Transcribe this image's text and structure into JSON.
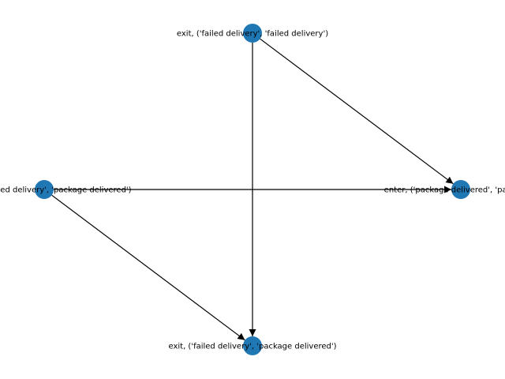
{
  "graph": {
    "node_color": "#1f77b4",
    "edge_color": "#000000",
    "nodes": [
      {
        "id": "n_top",
        "label": "exit, ('failed delivery', 'failed delivery')"
      },
      {
        "id": "n_left",
        "label": "enter, ('failed delivery', 'package delivered')"
      },
      {
        "id": "n_right",
        "label": "enter, ('package delivered', 'payment')"
      },
      {
        "id": "n_bottom",
        "label": "exit, ('failed delivery', 'package delivered')"
      }
    ],
    "edges": [
      {
        "source": "n_top",
        "target": "n_right"
      },
      {
        "source": "n_top",
        "target": "n_bottom"
      },
      {
        "source": "n_left",
        "target": "n_right"
      },
      {
        "source": "n_left",
        "target": "n_bottom"
      }
    ]
  }
}
